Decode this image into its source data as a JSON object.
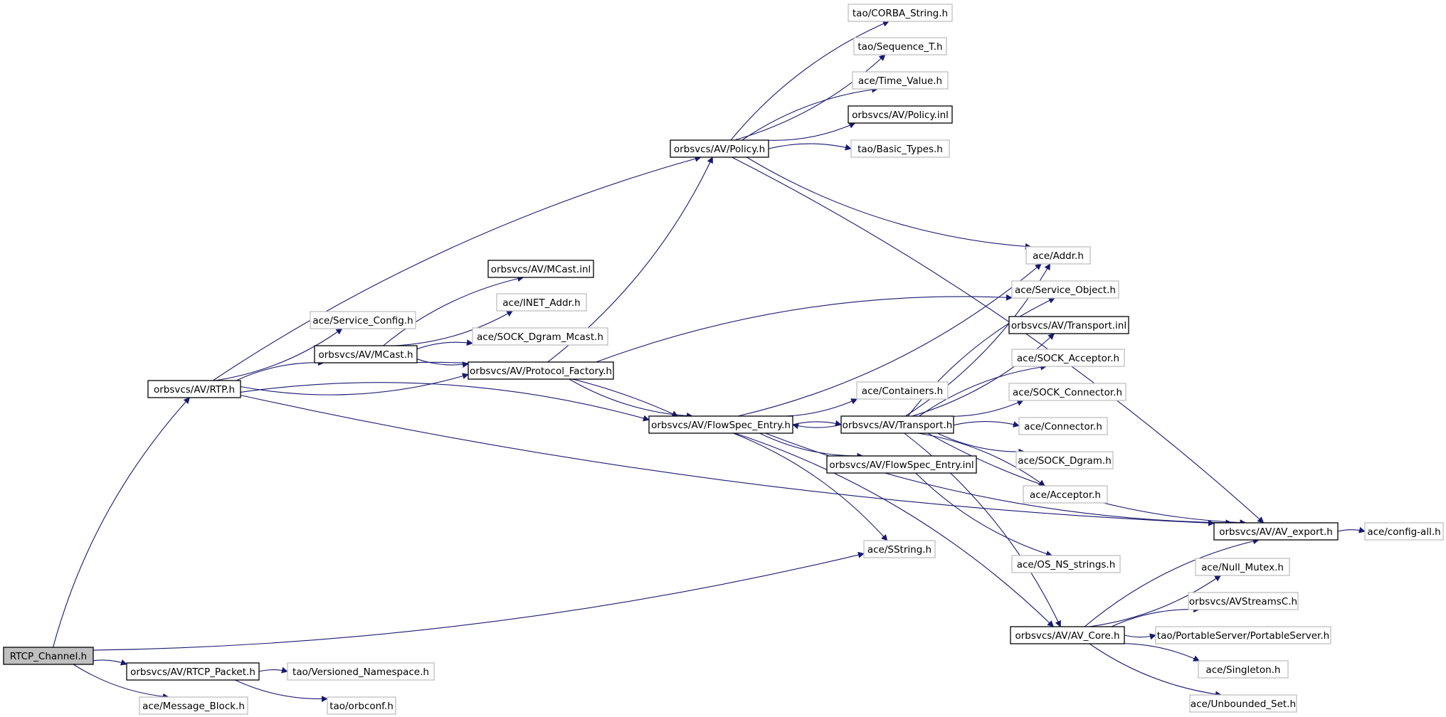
{
  "colors": {
    "edge": "#191970",
    "node_border_dark": "#000000",
    "node_border_light": "#bfbfbf",
    "root_fill": "#bfbfbf",
    "node_fill": "#ffffff",
    "text": "#000000"
  },
  "nodes": [
    {
      "id": "rtcp_channel",
      "label": "RTCP_Channel.h",
      "style": "root"
    },
    {
      "id": "rtp",
      "label": "orbsvcs/AV/RTP.h",
      "style": "dark"
    },
    {
      "id": "rtcp_packet",
      "label": "orbsvcs/AV/RTCP_Packet.h",
      "style": "dark"
    },
    {
      "id": "message_block",
      "label": "ace/Message_Block.h",
      "style": "light"
    },
    {
      "id": "versioned_ns",
      "label": "tao/Versioned_Namespace.h",
      "style": "light"
    },
    {
      "id": "orbconf",
      "label": "tao/orbconf.h",
      "style": "light"
    },
    {
      "id": "service_config",
      "label": "ace/Service_Config.h",
      "style": "light"
    },
    {
      "id": "mcast_h",
      "label": "orbsvcs/AV/MCast.h",
      "style": "dark"
    },
    {
      "id": "mcast_inl",
      "label": "orbsvcs/AV/MCast.inl",
      "style": "dark"
    },
    {
      "id": "inet_addr",
      "label": "ace/INET_Addr.h",
      "style": "light"
    },
    {
      "id": "sock_dgram_mcast",
      "label": "ace/SOCK_Dgram_Mcast.h",
      "style": "light"
    },
    {
      "id": "protocol_factory",
      "label": "orbsvcs/AV/Protocol_Factory.h",
      "style": "dark"
    },
    {
      "id": "policy_h",
      "label": "orbsvcs/AV/Policy.h",
      "style": "dark"
    },
    {
      "id": "corba_string",
      "label": "tao/CORBA_String.h",
      "style": "light"
    },
    {
      "id": "sequence_t",
      "label": "tao/Sequence_T.h",
      "style": "light"
    },
    {
      "id": "time_value",
      "label": "ace/Time_Value.h",
      "style": "light"
    },
    {
      "id": "policy_inl",
      "label": "orbsvcs/AV/Policy.inl",
      "style": "dark"
    },
    {
      "id": "basic_types",
      "label": "tao/Basic_Types.h",
      "style": "light"
    },
    {
      "id": "flowspec_h",
      "label": "orbsvcs/AV/FlowSpec_Entry.h",
      "style": "dark"
    },
    {
      "id": "containers",
      "label": "ace/Containers.h",
      "style": "light"
    },
    {
      "id": "transport_h",
      "label": "orbsvcs/AV/Transport.h",
      "style": "dark"
    },
    {
      "id": "flowspec_inl",
      "label": "orbsvcs/AV/FlowSpec_Entry.inl",
      "style": "dark"
    },
    {
      "id": "sstring",
      "label": "ace/SString.h",
      "style": "light"
    },
    {
      "id": "addr",
      "label": "ace/Addr.h",
      "style": "light"
    },
    {
      "id": "service_object",
      "label": "ace/Service_Object.h",
      "style": "light"
    },
    {
      "id": "transport_inl",
      "label": "orbsvcs/AV/Transport.inl",
      "style": "dark"
    },
    {
      "id": "sock_acceptor",
      "label": "ace/SOCK_Acceptor.h",
      "style": "light"
    },
    {
      "id": "sock_connector",
      "label": "ace/SOCK_Connector.h",
      "style": "light"
    },
    {
      "id": "connector",
      "label": "ace/Connector.h",
      "style": "light"
    },
    {
      "id": "sock_dgram",
      "label": "ace/SOCK_Dgram.h",
      "style": "light"
    },
    {
      "id": "acceptor",
      "label": "ace/Acceptor.h",
      "style": "light"
    },
    {
      "id": "av_export",
      "label": "orbsvcs/AV/AV_export.h",
      "style": "dark"
    },
    {
      "id": "config_all",
      "label": "ace/config-all.h",
      "style": "light"
    },
    {
      "id": "os_ns_strings",
      "label": "ace/OS_NS_strings.h",
      "style": "light"
    },
    {
      "id": "av_core",
      "label": "orbsvcs/AV/AV_Core.h",
      "style": "dark"
    },
    {
      "id": "null_mutex",
      "label": "ace/Null_Mutex.h",
      "style": "light"
    },
    {
      "id": "avstreamsc",
      "label": "orbsvcs/AVStreamsC.h",
      "style": "light"
    },
    {
      "id": "portable_server",
      "label": "tao/PortableServer/PortableServer.h",
      "style": "light"
    },
    {
      "id": "singleton",
      "label": "ace/Singleton.h",
      "style": "light"
    },
    {
      "id": "unbounded_set",
      "label": "ace/Unbounded_Set.h",
      "style": "light"
    }
  ],
  "edges": [
    [
      "rtcp_channel",
      "rtp"
    ],
    [
      "rtcp_channel",
      "sstring"
    ],
    [
      "rtcp_channel",
      "rtcp_packet"
    ],
    [
      "rtcp_channel",
      "message_block"
    ],
    [
      "rtcp_packet",
      "versioned_ns"
    ],
    [
      "rtcp_packet",
      "orbconf"
    ],
    [
      "rtp",
      "policy_h"
    ],
    [
      "rtp",
      "service_config"
    ],
    [
      "rtp",
      "mcast_h"
    ],
    [
      "rtp",
      "protocol_factory"
    ],
    [
      "rtp",
      "flowspec_h"
    ],
    [
      "rtp",
      "av_export"
    ],
    [
      "mcast_h",
      "mcast_inl"
    ],
    [
      "mcast_h",
      "inet_addr"
    ],
    [
      "mcast_h",
      "sock_dgram_mcast"
    ],
    [
      "mcast_h",
      "protocol_factory"
    ],
    [
      "mcast_h",
      "flowspec_h"
    ],
    [
      "protocol_factory",
      "policy_h"
    ],
    [
      "protocol_factory",
      "service_object"
    ],
    [
      "protocol_factory",
      "flowspec_h"
    ],
    [
      "policy_h",
      "corba_string"
    ],
    [
      "policy_h",
      "sequence_t"
    ],
    [
      "policy_h",
      "time_value"
    ],
    [
      "policy_h",
      "policy_inl"
    ],
    [
      "policy_h",
      "basic_types"
    ],
    [
      "policy_h",
      "addr"
    ],
    [
      "policy_h",
      "av_export"
    ],
    [
      "flowspec_h",
      "containers"
    ],
    [
      "flowspec_h",
      "transport_h"
    ],
    [
      "flowspec_h",
      "flowspec_inl"
    ],
    [
      "flowspec_h",
      "sstring"
    ],
    [
      "flowspec_h",
      "av_export"
    ],
    [
      "flowspec_h",
      "av_core"
    ],
    [
      "flowspec_h",
      "addr"
    ],
    [
      "transport_h",
      "flowspec_h"
    ],
    [
      "transport_h",
      "addr"
    ],
    [
      "transport_h",
      "service_object"
    ],
    [
      "transport_h",
      "transport_inl"
    ],
    [
      "transport_h",
      "sock_acceptor"
    ],
    [
      "transport_h",
      "sock_connector"
    ],
    [
      "transport_h",
      "connector"
    ],
    [
      "transport_h",
      "sock_dgram"
    ],
    [
      "transport_h",
      "acceptor"
    ],
    [
      "transport_h",
      "av_export"
    ],
    [
      "transport_h",
      "av_core"
    ],
    [
      "flowspec_inl",
      "os_ns_strings"
    ],
    [
      "av_core",
      "av_export"
    ],
    [
      "av_core",
      "null_mutex"
    ],
    [
      "av_core",
      "avstreamsc"
    ],
    [
      "av_core",
      "portable_server"
    ],
    [
      "av_core",
      "singleton"
    ],
    [
      "av_core",
      "unbounded_set"
    ],
    [
      "av_export",
      "config_all"
    ]
  ]
}
